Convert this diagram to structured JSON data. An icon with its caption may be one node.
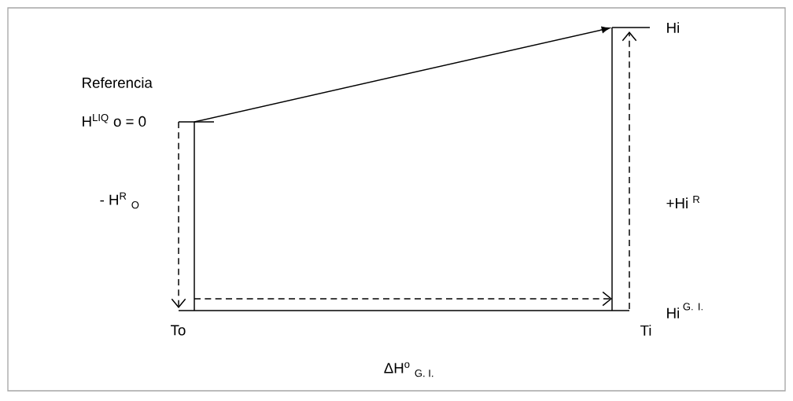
{
  "diagram": {
    "nodes": [
      {
        "text": [
          "H$^{LIQ}$ o = 0"
        ]
      },
      {
        "text": [
          "Hi"
        ]
      },
      {
        "text": [
          "To"
        ]
      },
      {
        "text": [
          "Ti"
        ]
      }
    ],
    "edges": [
      {
        "from": 0,
        "to": 1,
        "arrow": "to"
      },
      {
        "from": 0,
        "to": 2,
        "arrow": "to",
        "style": "dashed",
        "label": "- H$^{R}$ $_{O}$"
      },
      {
        "from": 2,
        "to": 3,
        "arrow": "to",
        "style": "dashed",
        "label": "ΔH$^{o}$ $_{G. I.}$"
      },
      {
        "from": 3,
        "to": 1,
        "arrow": "to",
        "style": "dashed",
        "label": "+Hi $^{R}$"
      }
    ],
    "labels": [
      "Referencia",
      "\\mathsf{Hi}^{\\;\\mathsf{G.\\ I.}}"
    ]
  }
}
